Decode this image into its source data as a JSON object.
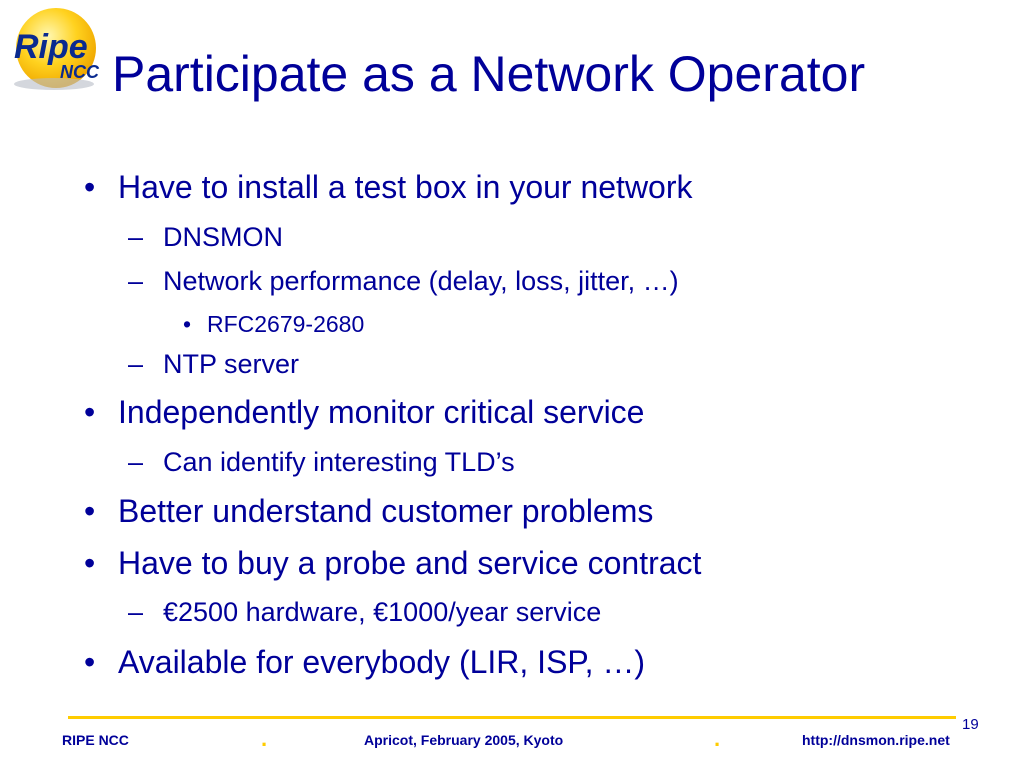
{
  "logo": {
    "text_main": "Ripe",
    "text_sub": "NCC"
  },
  "slide": {
    "title": "Participate as a Network Operator",
    "items": [
      {
        "level": 1,
        "marker": "•",
        "text": "Have to install a test box in your network"
      },
      {
        "level": 2,
        "marker": "–",
        "text": "DNSMON"
      },
      {
        "level": 2,
        "marker": "–",
        "text": "Network performance (delay, loss, jitter, …)"
      },
      {
        "level": 3,
        "marker": "•",
        "text": "RFC2679-2680"
      },
      {
        "level": 2,
        "marker": "–",
        "text": "NTP server"
      },
      {
        "level": 1,
        "marker": "•",
        "text": "Independently monitor critical service"
      },
      {
        "level": 2,
        "marker": "–",
        "text": "Can identify interesting TLD’s"
      },
      {
        "level": 1,
        "marker": "•",
        "text": "Better understand customer problems"
      },
      {
        "level": 1,
        "marker": "•",
        "text": "Have to buy a probe and service contract"
      },
      {
        "level": 2,
        "marker": "–",
        "text": "€2500 hardware,  €1000/year service"
      },
      {
        "level": 1,
        "marker": "•",
        "text": "Available for everybody (LIR, ISP, …)"
      }
    ]
  },
  "footer": {
    "left": "RIPE NCC",
    "center": "Apricot, February 2005, Kyoto",
    "right": "http://dnsmon.ripe.net",
    "separator": ".",
    "page_number": "19"
  },
  "colors": {
    "text": "#000099",
    "accent": "#ffcc00"
  }
}
